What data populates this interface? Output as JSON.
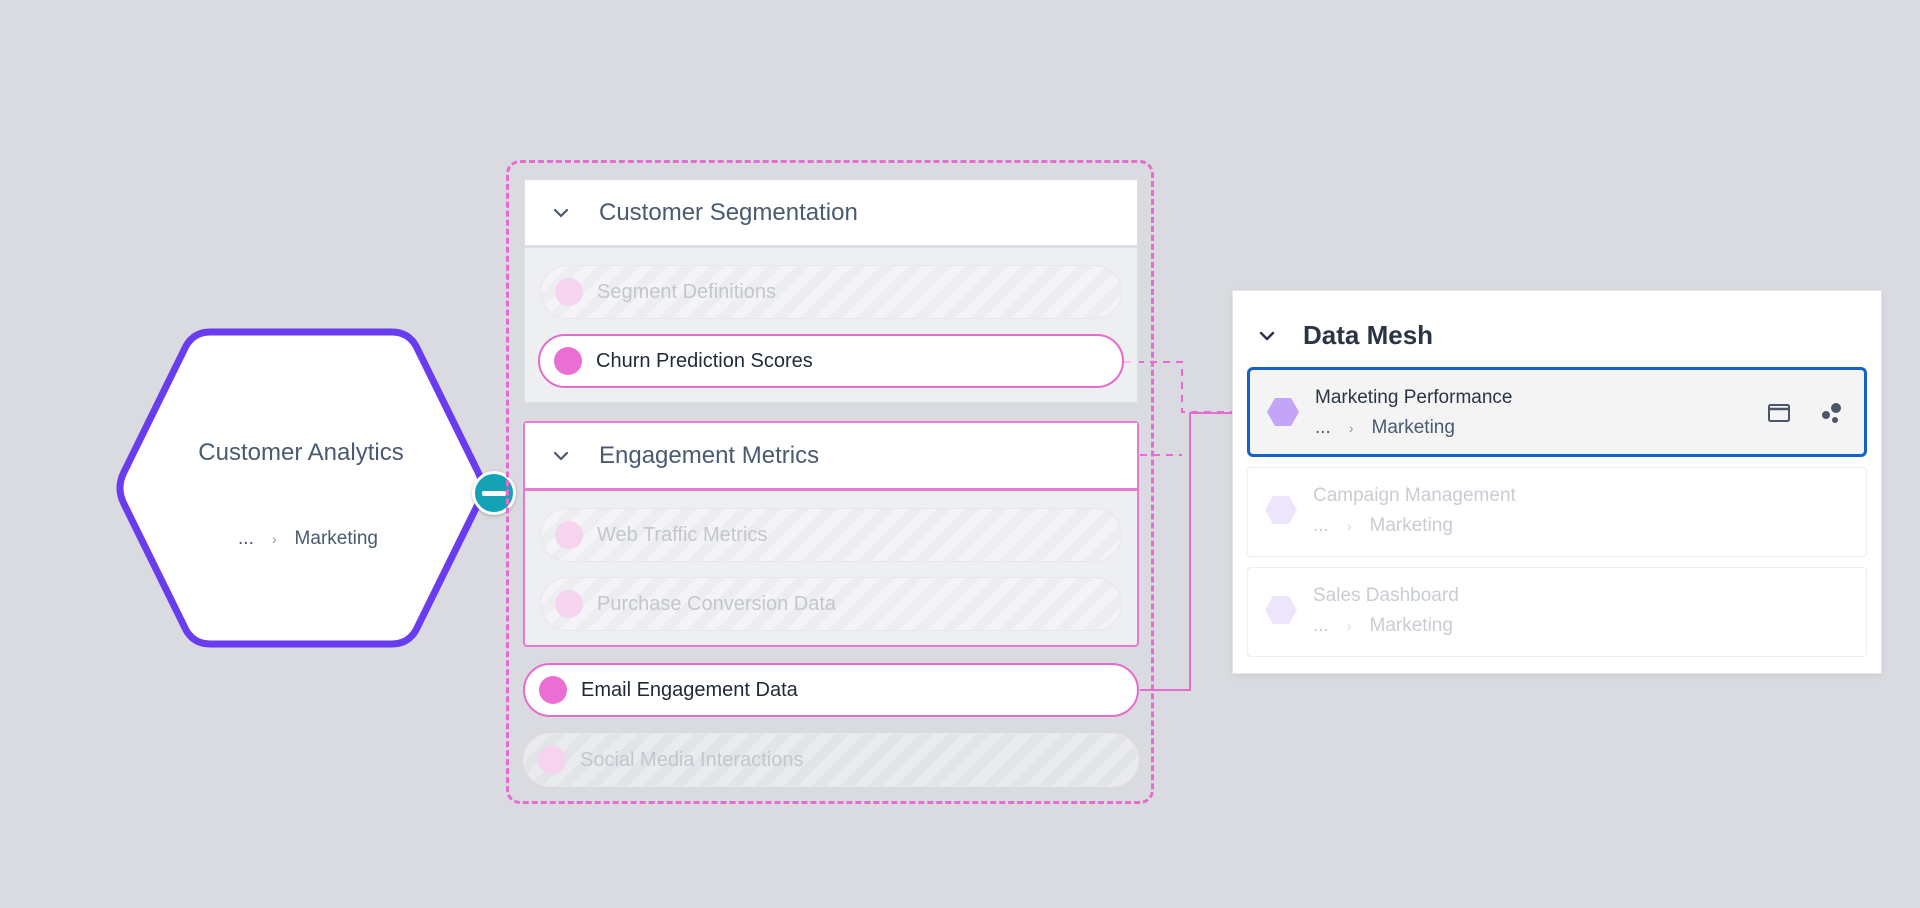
{
  "entity": {
    "title": "Customer Analytics",
    "breadcrumb": {
      "ellipsis": "...",
      "separator": "›",
      "domain": "Marketing"
    },
    "border_color": "#6a3cf0",
    "collapse_button_color": "#13a3b4"
  },
  "group": {
    "sections": [
      {
        "title": "Customer Segmentation",
        "items": [
          {
            "label": "Segment Definitions",
            "state": "faded"
          },
          {
            "label": "Churn Prediction Scores",
            "state": "live"
          }
        ]
      },
      {
        "title": "Engagement Metrics",
        "items": [
          {
            "label": "Web Traffic Metrics",
            "state": "faded"
          },
          {
            "label": "Purchase Conversion Data",
            "state": "faded"
          }
        ]
      }
    ],
    "loose_items": [
      {
        "label": "Email Engagement Data",
        "state": "live"
      },
      {
        "label": "Social Media Interactions",
        "state": "faded"
      }
    ],
    "accent_color": "#e86bd1"
  },
  "mesh": {
    "title": "Data Mesh",
    "items": [
      {
        "name": "Marketing Performance",
        "ellipsis": "...",
        "separator": "›",
        "domain": "Marketing",
        "selected": true
      },
      {
        "name": "Campaign Management",
        "ellipsis": "...",
        "separator": "›",
        "domain": "Marketing",
        "selected": false
      },
      {
        "name": "Sales Dashboard",
        "ellipsis": "...",
        "separator": "›",
        "domain": "Marketing",
        "selected": false
      }
    ],
    "selected_border_color": "#1262c9",
    "icons": [
      "window-icon",
      "lineage-icon"
    ]
  }
}
